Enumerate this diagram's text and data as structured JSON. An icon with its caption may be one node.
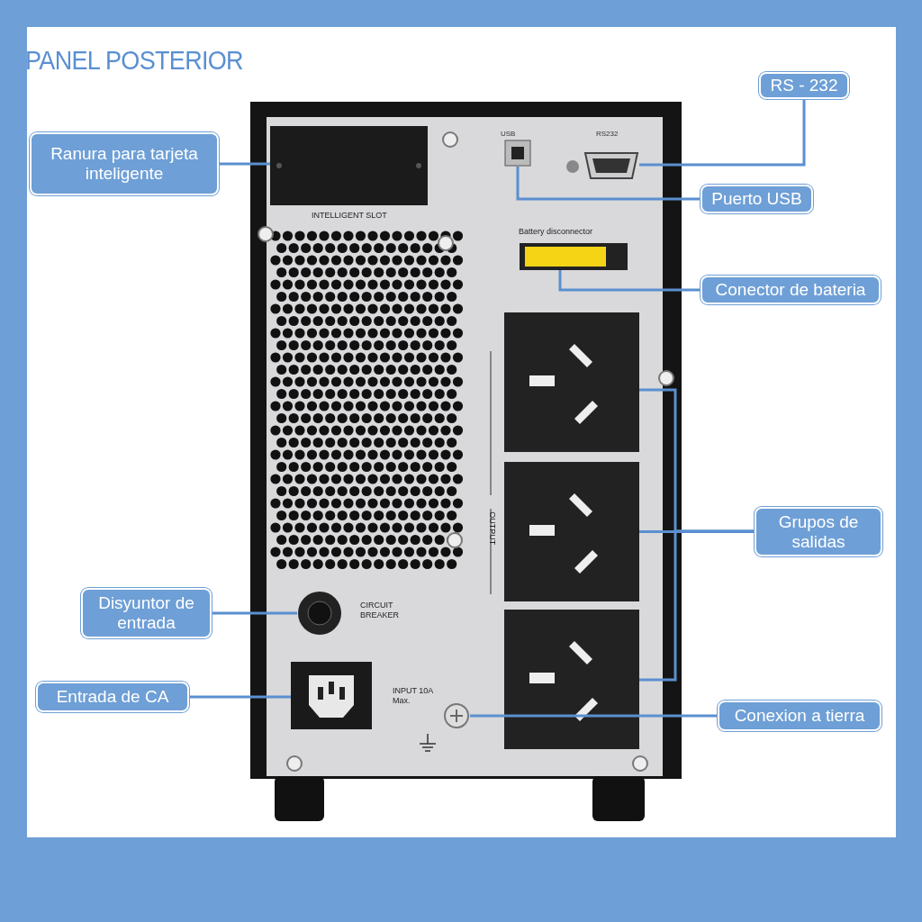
{
  "diagram": {
    "title": "PANEL POSTERIOR",
    "nodes": [
      {
        "text": [
          "RS - 232"
        ]
      },
      {
        "text": [
          "Ranura para tarjeta  inteligente"
        ]
      },
      {
        "text": [
          "Puerto USB"
        ]
      },
      {
        "text": [
          "Conector de bateria"
        ]
      },
      {
        "text": [
          "Grupos de salidas"
        ]
      },
      {
        "text": [
          "Disyuntor de entrada"
        ]
      },
      {
        "text": [
          "Entrada de CA"
        ]
      },
      {
        "text": [
          "Conexion a tierra"
        ]
      },
      {
        "text": [],
        "shape": "box"
      },
      {
        "text": [],
        "shape": "box"
      },
      {
        "text": [],
        "shape": "box"
      },
      {
        "text": [],
        "shape": "box"
      },
      {
        "text": [],
        "shape": "box"
      },
      {
        "text": [],
        "shape": "box"
      },
      {
        "text": [],
        "shape": "box"
      },
      {
        "text": [],
        "shape": "circle"
      },
      {
        "text": [],
        "shape": "box"
      },
      {
        "text": [],
        "shape": "circle"
      }
    ],
    "edges": [
      {
        "from": 0,
        "to": 10,
        "arrow": "none"
      },
      {
        "from": 1,
        "to": 8,
        "arrow": "none"
      },
      {
        "from": 2,
        "to": 9,
        "arrow": "none"
      },
      {
        "from": 3,
        "to": 11,
        "arrow": "none"
      },
      {
        "from": 4,
        "to": 12,
        "arrow": "none"
      },
      {
        "from": 4,
        "to": 13,
        "arrow": "none"
      },
      {
        "from": 4,
        "to": 14,
        "arrow": "none"
      },
      {
        "from": 5,
        "to": 15,
        "arrow": "none"
      },
      {
        "from": 6,
        "to": 16,
        "arrow": "none"
      },
      {
        "from": 7,
        "to": 17,
        "arrow": "none"
      }
    ],
    "labels": [
      "USB",
      "RS232",
      "INTELLIGENT SLOT",
      "Battery disconnector",
      "OUTPUT",
      "CIRCUIT BREAKER",
      "INPUT 10A Max."
    ]
  }
}
